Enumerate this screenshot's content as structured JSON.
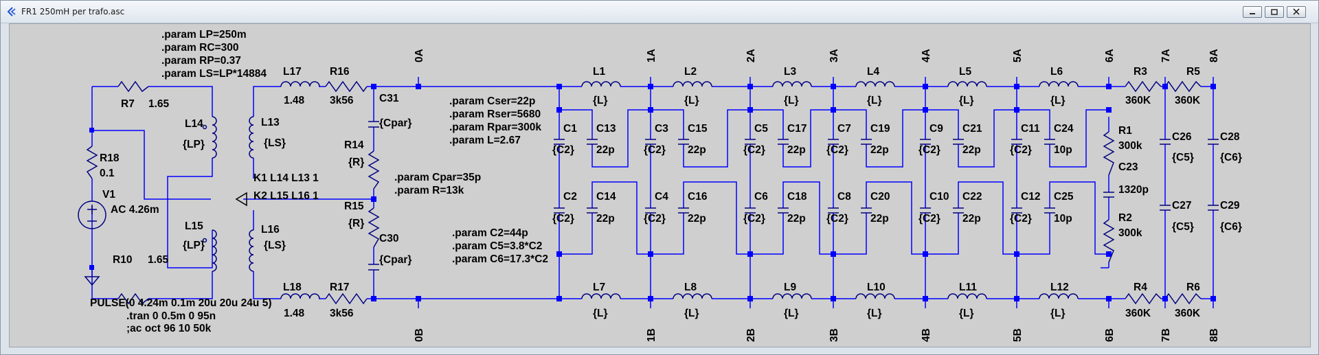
{
  "window": {
    "title": "FR1 250mH per trafo.asc"
  },
  "directives": {
    "params_top": [
      ".param LP=250m",
      ".param RC=300",
      ".param RP=0.37",
      ".param LS=LP*14884"
    ],
    "params_ser": [
      ".param Cser=22p",
      ".param Rser=5680",
      ".param Rpar=300k",
      ".param L=2.67"
    ],
    "params_par": [
      ".param Cpar=35p",
      ".param R=13k"
    ],
    "params_c": [
      ".param C2=44p",
      ".param C5=3.8*C2",
      ".param C6=17.3*C2"
    ],
    "k1": "K1 L14 L13 1",
    "k2": "K2 L15 L16 1",
    "pulse": "PULSE(0 4.24m 0.1m 20u 20u 24u 5)",
    "tran": ".tran 0 0.5m 0 95n",
    "ac": ";ac oct 96 10 50k"
  },
  "labels": {
    "R7": "R7",
    "R7v": "1.65",
    "L14": "L14",
    "L14v": "{LP}",
    "R18": "R18",
    "R18v": "0.1",
    "V1": "V1",
    "V1v": "AC 4.26m",
    "L15": "L15",
    "L15v": "{LP}",
    "R10": "R10",
    "R10v": "1.65",
    "L13": "L13",
    "L13v": "{LS}",
    "L16": "L16",
    "L16v": "{LS}",
    "L17": "L17",
    "L17v": "1.48",
    "L18": "L18",
    "L18v": "1.48",
    "R16": "R16",
    "R16v": "3k56",
    "R17": "R17",
    "R17v": "3k56",
    "C31": "C31",
    "C31v": "{Cpar}",
    "C30": "C30",
    "C30v": "{Cpar}",
    "R14": "R14",
    "R14v": "{R}",
    "R15": "R15",
    "R15v": "{R}",
    "Lv": "{L}",
    "C2v": "{C2}",
    "R3": "R3",
    "R3v": "360K",
    "R5": "R5",
    "R5v": "360K",
    "R4": "R4",
    "R4v": "360K",
    "R6": "R6",
    "R6v": "360K",
    "R1": "R1",
    "R1v": "300k",
    "R2": "R2",
    "R2v": "300k",
    "C23": "C23",
    "C23v": "1320p",
    "C26": "C26",
    "C26v": "{C5}",
    "C27": "C27",
    "C27v": "{C5}",
    "C28": "C28",
    "C28v": "{C6}",
    "C29": "C29",
    "C29v": "{C6}"
  },
  "top_inductors": [
    "L1",
    "L2",
    "L3",
    "L4",
    "L5",
    "L6"
  ],
  "bot_inductors": [
    "L7",
    "L8",
    "L9",
    "L10",
    "L11",
    "L12"
  ],
  "nets_top": [
    "0A",
    "1A",
    "2A",
    "3A",
    "4A",
    "5A",
    "6A",
    "7A",
    "8A"
  ],
  "nets_bot": [
    "0B",
    "1B",
    "2B",
    "3B",
    "4B",
    "5B",
    "6B",
    "7B",
    "8B"
  ],
  "cap_cells": [
    {
      "cu": "C1",
      "su": "C13",
      "vu": "22p",
      "cl": "C2",
      "sl": "C14",
      "vl": "22p"
    },
    {
      "cu": "C3",
      "su": "C15",
      "vu": "22p",
      "cl": "C4",
      "sl": "C16",
      "vl": "22p"
    },
    {
      "cu": "C5",
      "su": "C17",
      "vu": "22p",
      "cl": "C6",
      "sl": "C18",
      "vl": "22p"
    },
    {
      "cu": "C7",
      "su": "C19",
      "vu": "22p",
      "cl": "C8",
      "sl": "C20",
      "vl": "22p"
    },
    {
      "cu": "C9",
      "su": "C21",
      "vu": "22p",
      "cl": "C10",
      "sl": "C22",
      "vl": "22p"
    },
    {
      "cu": "C11",
      "su": "C24",
      "vu": "10p",
      "cl": "C12",
      "sl": "C25",
      "vl": "10p"
    }
  ]
}
